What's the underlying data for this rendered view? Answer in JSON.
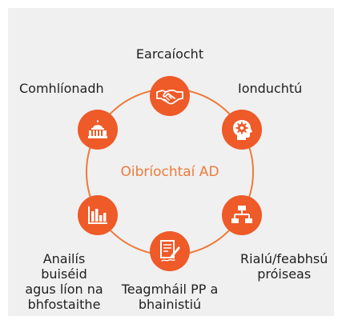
{
  "diagram": {
    "center_label": "Oibríochtaí AD",
    "accent_color": "#ee5a28",
    "ring_color": "#ee7a3a",
    "background_color": "#f0f0f0",
    "nodes": [
      {
        "label": "Earcaíocht",
        "icon": "handshake-icon"
      },
      {
        "label": "Ionduchtú",
        "icon": "head-gear-icon"
      },
      {
        "label": "Rialú/feabhsú\npróiseas",
        "icon": "flowchart-icon"
      },
      {
        "label": "Teagmháil PP a\nbhainistiú",
        "icon": "document-pen-icon"
      },
      {
        "label": "Anailís\nbuiséid\nagus líon na\nbhfostaithe",
        "icon": "bar-chart-icon"
      },
      {
        "label": "Comhlíonadh",
        "icon": "capitol-building-icon"
      }
    ]
  }
}
